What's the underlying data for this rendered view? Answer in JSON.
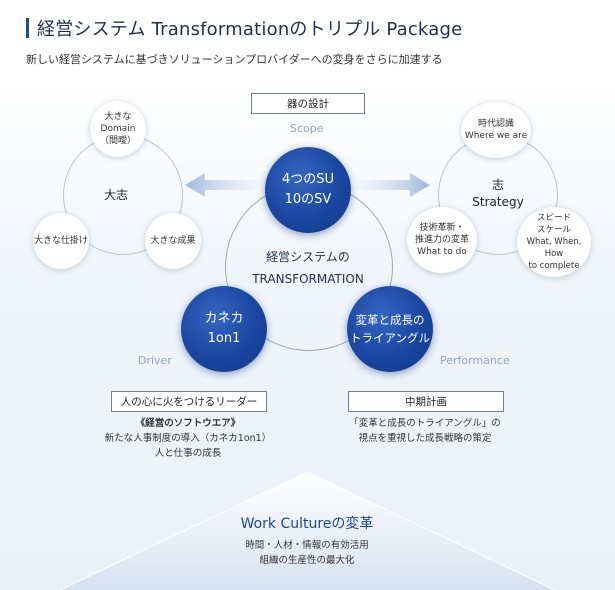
{
  "header": {
    "title": "経営システム Transformationのトリプル Package",
    "subtitle": "新しい経営システムに基づきソリューションプロバイダーへの変身をさらに加速する"
  },
  "scope": {
    "label_box": "器の設計",
    "axis_label": "Scope"
  },
  "left_cluster": {
    "top": [
      "大きな",
      "Domain",
      "（間曖）"
    ],
    "center": "大志",
    "left": "大きな仕掛け",
    "right": "大きな成果"
  },
  "right_cluster": {
    "top": [
      "時代認識",
      "Where we are"
    ],
    "center": [
      "志",
      "Strategy"
    ],
    "left": [
      "技術革新・",
      "推進力の変革",
      "What to do"
    ],
    "right": [
      "スピード",
      "スケール",
      "What, When, How",
      "to complete"
    ]
  },
  "core": {
    "top": [
      "4つのSU",
      "10のSV"
    ],
    "center": [
      "経営システムの",
      "TRANSFORMATION"
    ],
    "left": [
      "カネカ",
      "1on1"
    ],
    "right": [
      "変革と成長の",
      "トライアングル"
    ]
  },
  "driver": {
    "axis_label": "Driver",
    "label_box": "人の心に火をつけるリーダー",
    "lines": [
      "《経営のソフトウエア》",
      "新たな人事制度の導入（カネカ1on1）",
      "人と仕事の成長"
    ]
  },
  "performance": {
    "axis_label": "Performance",
    "label_box": "中期計画",
    "lines": [
      "「変革と成長のトライアングル」の",
      "視点を重視した成長戦略の策定"
    ]
  },
  "work_culture": {
    "title": "Work Cultureの変革",
    "lines": [
      "時間・人材・情報の有効活用",
      "組織の生産性の最大化"
    ]
  },
  "colors": {
    "navy": "#1a46a0",
    "axis_label": "#8ea3c3",
    "arrow": "#aec3e2"
  }
}
